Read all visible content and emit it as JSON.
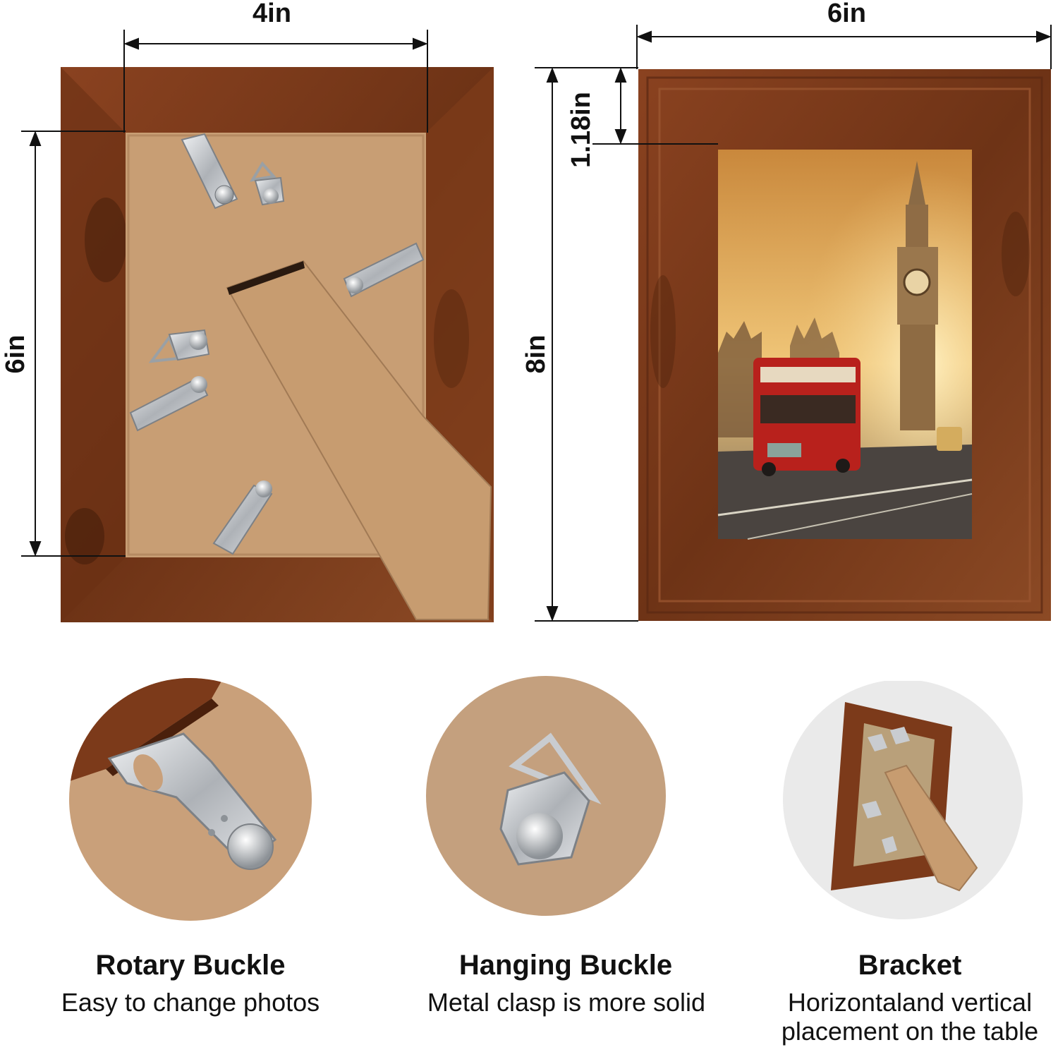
{
  "dimensions": {
    "back_width": "4in",
    "back_height": "6in",
    "front_width": "6in",
    "front_height": "8in",
    "frame_border": "1.18in"
  },
  "features": [
    {
      "title": "Rotary Buckle",
      "description": "Easy to change photos"
    },
    {
      "title": "Hanging Buckle",
      "description": "Metal clasp is more solid"
    },
    {
      "title": "Bracket",
      "description": "Horizontaland vertical placement on the table"
    }
  ],
  "colors": {
    "wood": "#7a3a1c",
    "wood_dark": "#5a2812",
    "wood_light": "#9a5530",
    "cardboard": "#c89e74",
    "cardboard_light": "#d4ad85",
    "metal": "#c9ccd0",
    "sky_top": "#d8a14a",
    "sky_bottom": "#f1c879",
    "bus_red": "#b8211c"
  },
  "icons": [
    "rotary-buckle-icon",
    "hanging-buckle-icon",
    "bracket-stand-icon",
    "big-ben-icon",
    "double-decker-bus-icon"
  ]
}
